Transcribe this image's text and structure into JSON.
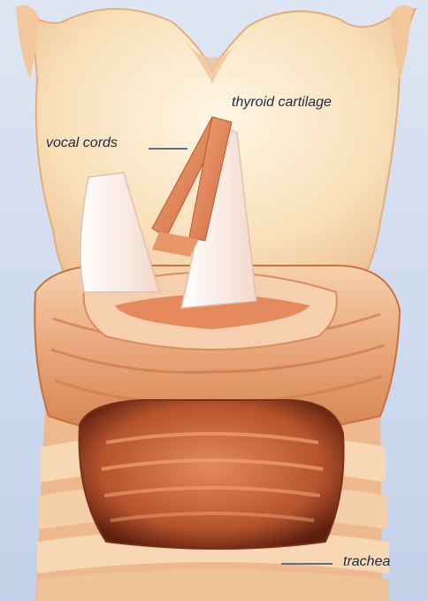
{
  "labels": {
    "thyroid_cartilage": "thyroid cartilage",
    "vocal_cords": "vocal cords",
    "trachea": "trachea"
  },
  "colors": {
    "background": "#c9d6ec",
    "cartilage_light": "#fbe7c4",
    "cartilage_mid": "#f3c9a2",
    "muscle": "#e07a4f",
    "muscle_dark": "#c45e36",
    "cavity": "#7a2f1a",
    "pointer_line": "#5b6f8a"
  }
}
